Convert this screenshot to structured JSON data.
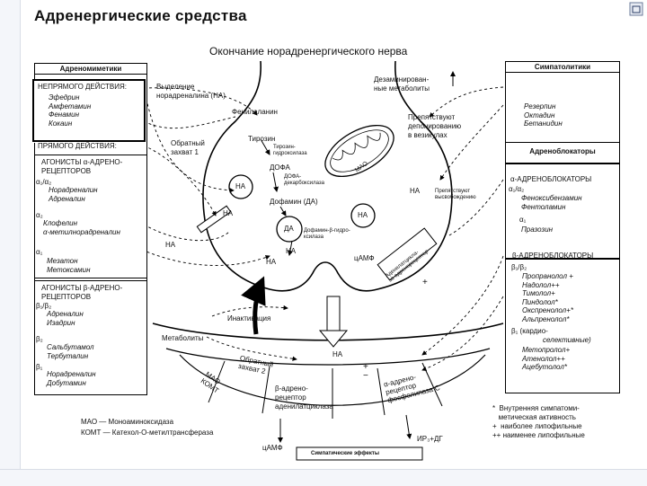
{
  "slide_title": "Адренергические средства",
  "nerve_title": "Окончание норадренергического нерва",
  "left_panel": {
    "header": "Адреномиметики",
    "indirect_title": "НЕПРЯМОГО ДЕЙСТВИЯ:",
    "indirect_drugs": "Эфедрин\nАмфетамин\nФенамин\nКокаин",
    "direct_title": "ПРЯМОГО ДЕЙСТВИЯ:",
    "alpha_agonists_title": "АГОНИСТЫ α-АДРЕНО-\nРЕЦЕПТОРОВ",
    "alpha12_label": "α₁/α₂",
    "alpha12_drugs": "Норадреналин\nАдреналин",
    "alpha2_label": "α₂",
    "alpha2_drugs": "Клофелин\nα-метилнорадреналин",
    "alpha1_label": "α₁",
    "alpha1_drugs": "Мезатон\nМетоксамин",
    "beta_agonists_title": "АГОНИСТЫ β-АДРЕНО-\nРЕЦЕПТОРОВ",
    "beta12_label": "β₁/β₂",
    "beta12_drugs": "Адреналин\nИзадрин",
    "beta2_label": "β₂",
    "beta2_drugs": "Сальбутамол\nТербуталин",
    "beta1_label": "β₁",
    "beta1_drugs": "Норадреналин\nДобутамин"
  },
  "right_panel": {
    "symp_header": "Симпатолитики",
    "symp_drugs": "Резерпин\nОктадин\nБетанидин",
    "ab_header": "Адреноблокаторы",
    "alpha_blockers_title": "α-АДРЕНОБЛОКАТОРЫ",
    "alpha12_label": "α₁/α₂",
    "alpha12_drugs": "Феноксибензамин\nФентоламин",
    "alpha1_label": "α₁",
    "alpha1_drugs": "Празозин",
    "beta_blockers_title": "β-АДРЕНОБЛОКАТОРЫ",
    "beta12_label": "β₁/β₂",
    "beta12_drugs": "Пропранолол +\nНадолол++\nТимолол+\nПиндолол*\nОкспренолол+*\nАльпренолол*",
    "beta1_label": "β₁ (кардио-",
    "beta1_sub": "селективные)",
    "beta1_drugs": "Метопролол+\nАтенолол++\nАцебутолол*"
  },
  "diagram": {
    "release_label": "Выделение\nнорадреналина (НА)",
    "phenylalanine": "Фенилаланин",
    "tyrosine": "Тирозин",
    "tyrosine_hydroxylase": "Тирозин-\nгидроксилаза",
    "dopa": "ДОФА",
    "dopa_decarboxylase": "ДОФА-\nдекарбоксилаза",
    "dopamine": "Дофамин (ДА)",
    "reuptake1": "Обратный\nзахват 1",
    "deaminated": "Дезаминирован-\nные метаболиты",
    "prevent_deposit": "Препятствуют\nдепонированию\nв везикулах",
    "prevent_release": "Препятствуют\nвысвобождению",
    "mao": "МАО",
    "na": "НА",
    "da": "ДА",
    "dbh": "Дофамин-β-гидро-\nксилаза",
    "adenylate_rot": "Аденилатцикла-\nза-адренорецептор",
    "camp": "цАМФ",
    "plus": "+",
    "minus": "−",
    "inactivation": "Инактивация",
    "metabolites": "Метаболиты",
    "reuptake2": "Обратный\nзахват 2",
    "mao_komt": "МАО\nКОМТ",
    "beta_receptor": "β-адрено-\nрецептор\nаденилатциклаза",
    "alpha_receptor": "α-адрено-\nрецептор\nфосфолипаза С",
    "ip3_dg": "ИР₃+ДГ",
    "camp_bottom": "цАМФ",
    "symp_effects": "Симпатические эффекты"
  },
  "legend": {
    "mao": "МАО — Моноаминоксидаза",
    "komt": "КОМТ — Катехол-О-метилтрансфераза"
  },
  "footnotes": "*  Внутренняя симпатоми-\n   метическая активность\n+  наиболее липофильные\n++ наименее липофильные"
}
